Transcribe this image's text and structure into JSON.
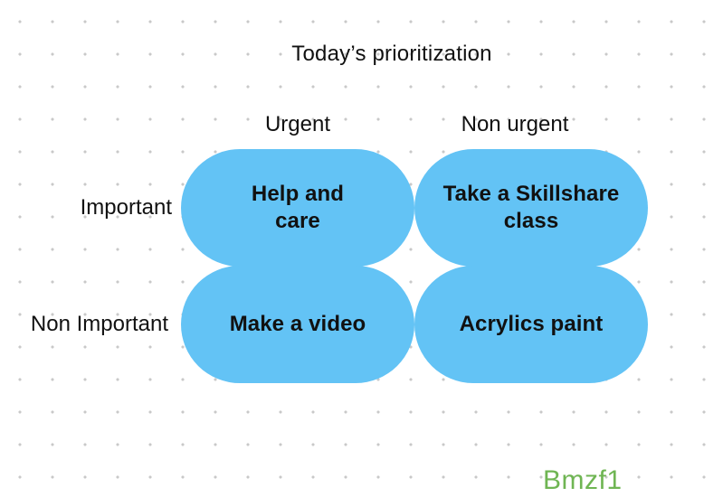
{
  "title": "Today’s prioritization",
  "columns": {
    "urgent": "Urgent",
    "non_urgent": "Non urgent"
  },
  "rows": {
    "important": "Important",
    "non_important": "Non Important"
  },
  "quadrants": {
    "important_urgent": "Help and care",
    "important_non_urgent": "Take a Skillshare class",
    "non_important_urgent": "Make a video",
    "non_important_non_urgent": "Acrylics paint"
  },
  "watermark": "Bmzf1",
  "colors": {
    "pill": "#63c3f5",
    "watermark": "#6fb553",
    "dots": "#c9c9c9"
  }
}
